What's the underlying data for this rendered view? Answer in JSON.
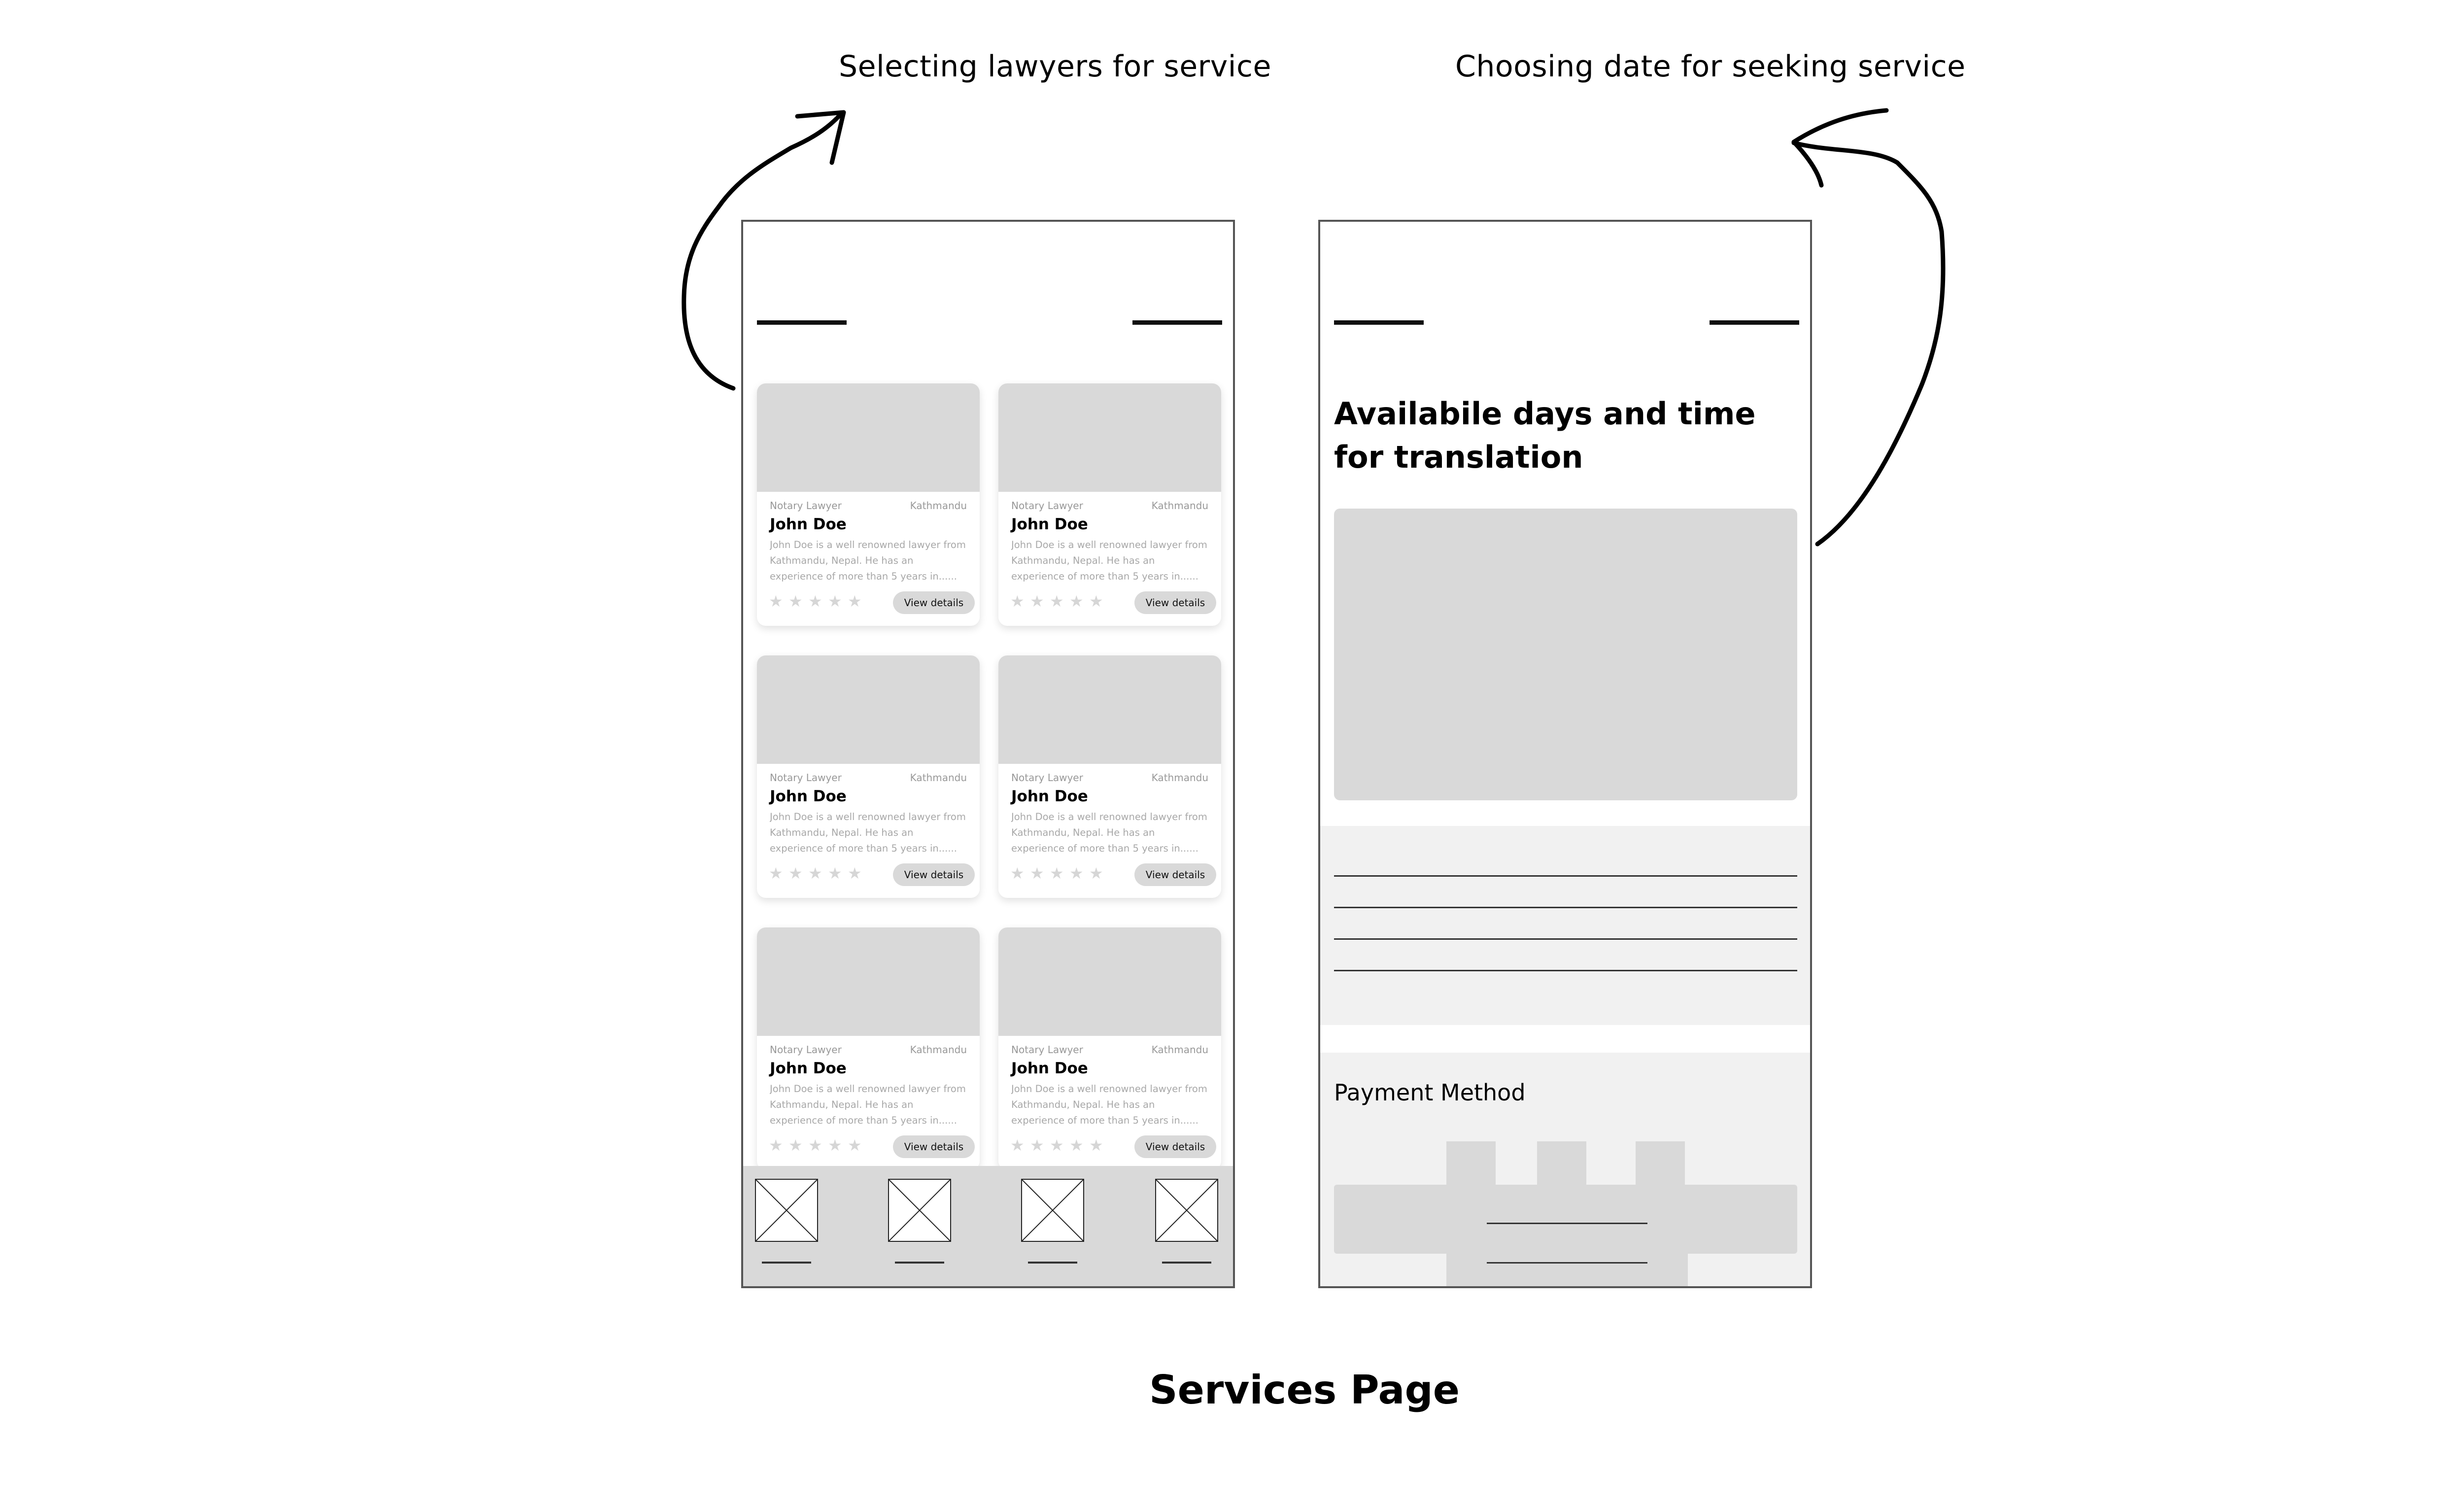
{
  "annotations": {
    "left": "Selecting lawyers for service",
    "right": "Choosing date for seeking service",
    "page_caption": "Services Page"
  },
  "lawyer_cards": [
    {
      "category": "Notary Lawyer",
      "location": "Kathmandu",
      "name": "John Doe",
      "description": "John Doe is a well renowned lawyer from Kathmandu, Nepal. He has an experience of more than 5 years in......",
      "button": "View details"
    },
    {
      "category": "Notary Lawyer",
      "location": "Kathmandu",
      "name": "John Doe",
      "description": "John Doe is a well renowned lawyer from Kathmandu, Nepal. He has an experience of more than 5 years in......",
      "button": "View details"
    },
    {
      "category": "Notary Lawyer",
      "location": "Kathmandu",
      "name": "John Doe",
      "description": "John Doe is a well renowned lawyer from Kathmandu, Nepal. He has an experience of more than 5 years in......",
      "button": "View details"
    },
    {
      "category": "Notary Lawyer",
      "location": "Kathmandu",
      "name": "John Doe",
      "description": "John Doe is a well renowned lawyer from Kathmandu, Nepal. He has an experience of more than 5 years in......",
      "button": "View details"
    },
    {
      "category": "Notary Lawyer",
      "location": "Kathmandu",
      "name": "John Doe",
      "description": "John Doe is a well renowned lawyer from Kathmandu, Nepal. He has an experience of more than 5 years in......",
      "button": "View details"
    },
    {
      "category": "Notary Lawyer",
      "location": "Kathmandu",
      "name": "John Doe",
      "description": "John Doe is a well renowned lawyer from Kathmandu, Nepal. He has an experience of more than 5 years in......",
      "button": "View details"
    }
  ],
  "booking": {
    "title": "Availabile days and time for translation",
    "payment_label": "Payment Method"
  },
  "colors": {
    "placeholder": "#d9d9d9",
    "panel": "#f1f1f1",
    "frame": "#555555",
    "star": "#d6d6d6"
  }
}
